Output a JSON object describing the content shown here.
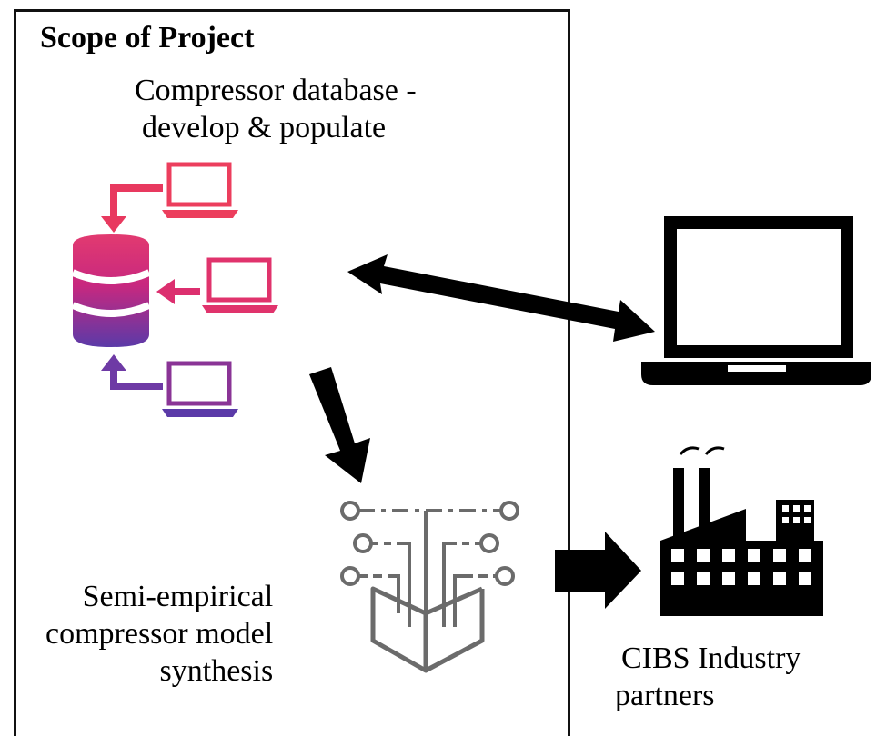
{
  "scope": {
    "title": "Scope of Project"
  },
  "database": {
    "title_lines": [
      "Compressor database -",
      "develop & populate"
    ]
  },
  "model": {
    "label_lines": [
      "Semi-empirical",
      "compressor model",
      "synthesis"
    ]
  },
  "partners": {
    "label_lines": [
      "CIBS Industry",
      "partners"
    ]
  },
  "colors": {
    "gradient_top": "#f0365f",
    "gradient_mid": "#c8287f",
    "gradient_bottom": "#5b3aa8",
    "model_gray": "#6b6b6b",
    "arrow_black": "#000000"
  },
  "icons": [
    "laptop-icon",
    "database-icon",
    "model-synthesis-icon",
    "factory-icon"
  ]
}
